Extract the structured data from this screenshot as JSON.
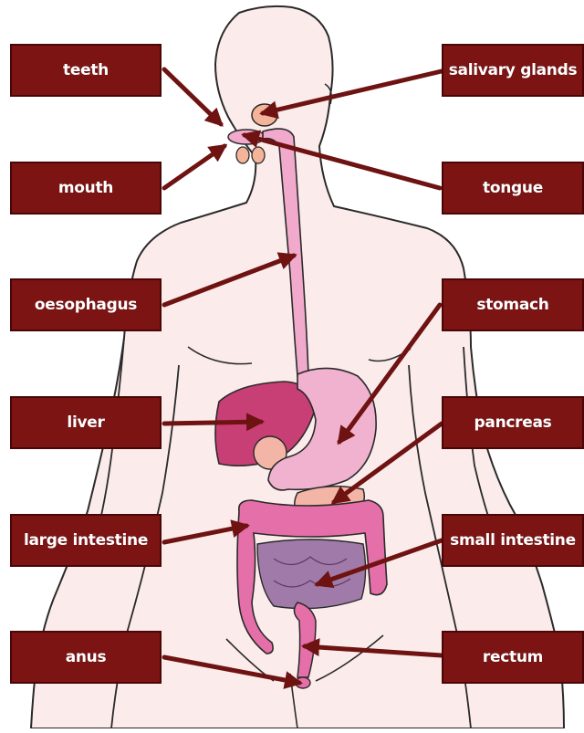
{
  "labels": {
    "teeth": "teeth",
    "mouth": "mouth",
    "oesophagus": "oesophagus",
    "liver": "liver",
    "large_intestine": "large intestine",
    "anus": "anus",
    "salivary_glands": "salivary glands",
    "tongue": "tongue",
    "stomach": "stomach",
    "pancreas": "pancreas",
    "small_intestine": "small intestine",
    "rectum": "rectum"
  },
  "colors": {
    "label_fill": "#7c1414",
    "arrow": "#6e1212",
    "body_fill": "#fbeceb",
    "outline": "#2a2a2a",
    "tract_pink": "#f1a9cc",
    "liver": "#c73f74",
    "stomach_pink": "#f0b2cf",
    "pancreas": "#f3b5a6",
    "colon": "#e56fa8",
    "small_intestine": "#a07aa8",
    "salivary": "#f4b49a"
  }
}
